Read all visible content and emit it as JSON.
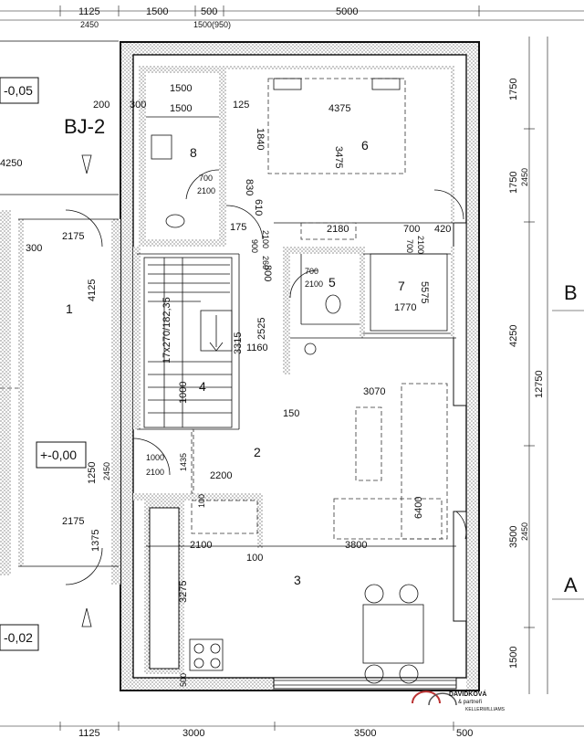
{
  "top_dims": [
    "1125",
    "1500",
    "500",
    "5000"
  ],
  "top_sub_dims": [
    "2450",
    "1500(950)"
  ],
  "bottom_dims": [
    "1125",
    "3000",
    "3500",
    "500"
  ],
  "right_dims": [
    "1750",
    "1750",
    "4250",
    "3500",
    "1500"
  ],
  "right_sub_dims": [
    "2450",
    "2450"
  ],
  "right_total": "12750",
  "axis_labels": [
    "B",
    "A"
  ],
  "unit_title": "BJ-2",
  "levels": [
    "-0,05",
    "+-0,00",
    "-0,02"
  ],
  "rooms": [
    "1",
    "2",
    "3",
    "4",
    "5",
    "6",
    "7",
    "8"
  ],
  "interior_dims": {
    "d1500a": "1500",
    "d1500b": "1500",
    "d200": "200",
    "d300": "300",
    "d125": "125",
    "d4375": "4375",
    "d1840": "1840",
    "d3475": "3475",
    "d700a": "700",
    "d2100a": "2100",
    "d830": "830",
    "d610": "610",
    "d175": "175",
    "d2180": "2180",
    "d700b": "700",
    "d420": "420",
    "d900": "900",
    "d2100b": "2100",
    "d260": "260",
    "d700c": "700",
    "d2100c": "2100",
    "d700d": "700",
    "d2100d": "2100",
    "d800": "800",
    "d5575": "5575",
    "d1770": "1770",
    "d4250l": "4250",
    "d300l": "300",
    "d2175a": "2175",
    "d4125": "4125",
    "d3315": "3315",
    "d2525": "2525",
    "d1160": "1160",
    "d17270": "17x270/182,35",
    "d3070": "3070",
    "d150": "150",
    "d1000a": "1000",
    "d1000b": "1000",
    "d2100e": "2100",
    "d1435": "1435",
    "d1250": "1250",
    "d2450l": "2450",
    "d2200": "2200",
    "d100a": "100",
    "d2175b": "2175",
    "d1375": "1375",
    "d2100f": "2100",
    "d100b": "100",
    "d3800": "3800",
    "d6400": "6400",
    "d3275": "3275",
    "d500b": "500"
  },
  "logo": {
    "line1": "DAVIDKOVÁ",
    "line2": "& partneři",
    "line3": "KELLERWILLIAMS"
  }
}
